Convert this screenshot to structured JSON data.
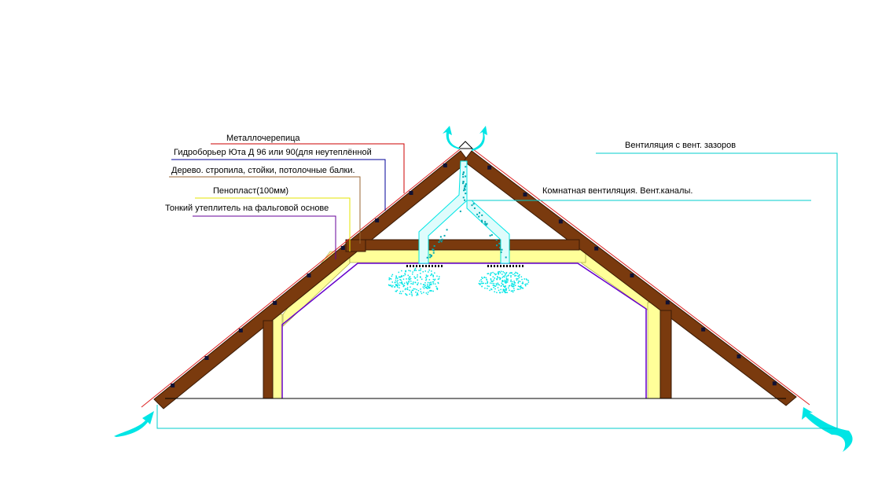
{
  "labels": {
    "metal_tile": "Металлочерепица",
    "membrane": "Гидроборьер Юта Д 96 или 90(для неутеплённой",
    "wood": "Дерево. стропила, стойки, потолочные балки.",
    "foam": "Пенопласт(100мм)",
    "thin_insulation": "Тонкий утеплитель на фальговой основе",
    "ventilation_gaps": "Вентиляция  с вент. зазоров",
    "room_ventilation": "Комнатная вентиляция. Вент.каналы."
  },
  "colors": {
    "wood": "#7a3a0e",
    "wood_outline": "#3a1a05",
    "foam": "#ffff99",
    "insulation_line": "#6600cc",
    "roof_red_line": "#dd2222",
    "airflow": "#00e5e5",
    "leader_red": "#cc0000",
    "leader_blue": "#000099",
    "leader_brown": "#996633",
    "leader_yellow": "#e6e600",
    "leader_purple": "#660099",
    "leader_cyan": "#00cccc",
    "fastener": "#111133"
  },
  "icons": {
    "airflow_arrow": "swirl-arrow-icon",
    "ridge_vent": "ridge-vent-icon"
  }
}
